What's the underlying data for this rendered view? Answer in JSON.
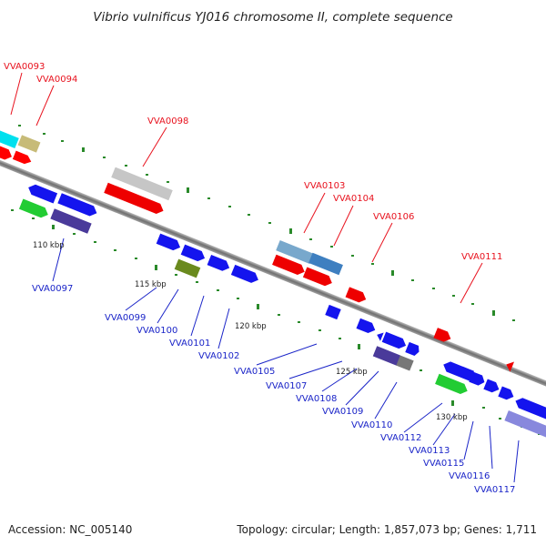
{
  "title": "Vibrio vulnificus YJ016 chromosome II, complete sequence",
  "footer": {
    "accession": "Accession: NC_005140",
    "summary": "Topology: circular; Length: 1,857,073 bp; Genes: 1,711"
  },
  "colors": {
    "red_label": "#e8121e",
    "blue_label": "#1a24c8",
    "backbone": "#8a8a8a",
    "tick": "#2a8a2a"
  },
  "kbp_marks": [
    "110 kbp",
    "115 kbp",
    "120 kbp",
    "125 kbp",
    "130 kbp"
  ],
  "upper_labels": [
    "VVA0093",
    "VVA0094",
    "VVA0098",
    "VVA0103",
    "VVA0104",
    "VVA0106",
    "VVA0111"
  ],
  "lower_labels": [
    "VVA0097",
    "VVA0099",
    "VVA0100",
    "VVA0101",
    "VVA0102",
    "VVA0105",
    "VVA0107",
    "VVA0108",
    "VVA0109",
    "VVA0110",
    "VVA0112",
    "VVA0113",
    "VVA0115",
    "VVA0116",
    "VVA0117"
  ]
}
